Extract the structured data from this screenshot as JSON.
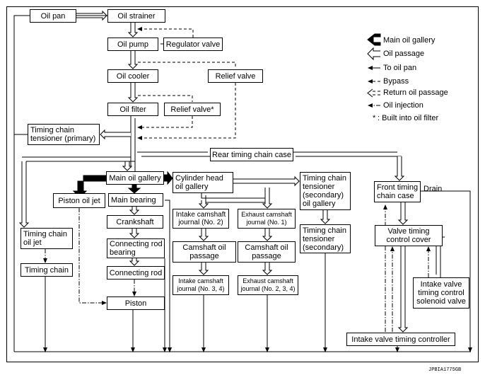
{
  "boxes": {
    "oil_pan": "Oil pan",
    "oil_strainer": "Oil strainer",
    "oil_pump": "Oil pump",
    "regulator_valve": "Regulator valve",
    "oil_cooler": "Oil cooler",
    "relief_valve": "Relief valve",
    "oil_filter": "Oil filter",
    "relief_valve_builtin": "Relief valve*",
    "tct_primary": "Timing chain\ntensioner (primary)",
    "rear_tc_case": "Rear timing chain case",
    "main_gallery": "Main oil gallery",
    "cyl_head_gallery": "Cylinder head\noil gallery",
    "tct_secondary_gallery": "Timing chain\ntensioner\n(secondary)\noil gallery",
    "front_tc_case": "Front timing\nchain case",
    "piston_oil_jet": "Piston oil jet",
    "main_bearing": "Main bearing",
    "intake_cam_j2": "Intake camshaft\njournal (No. 2)",
    "exhaust_cam_j1": "Exhaust camshaft\njournal (No. 1)",
    "tct_secondary": "Timing chain\ntensioner\n(secondary)",
    "tc_oil_jet": "Timing chain\noil jet",
    "crankshaft": "Crankshaft",
    "vtc_cover": "Valve timing\ncontrol cover",
    "conrod_bearing": "Connecting rod\nbearing",
    "cam_passage_1": "Camshaft oil\npassage",
    "cam_passage_2": "Camshaft oil\npassage",
    "timing_chain": "Timing chain",
    "conrod": "Connecting rod",
    "intake_cam_j34": "Intake camshaft\njournal (No. 3, 4)",
    "exhaust_cam_j234": "Exhaust camshaft\njournal (No. 2, 3, 4)",
    "ivtc_solenoid": "Intake valve\ntiming control\nsolenoid valve",
    "piston": "Piston",
    "ivt_controller": "Intake valve timing controller"
  },
  "labels": {
    "drain": "Drain"
  },
  "legend": {
    "main_gallery": "Main oil gallery",
    "oil_passage": "Oil passage",
    "to_oil_pan": "To oil pan",
    "bypass": "Bypass",
    "return": "Return oil passage",
    "injection": "Oil injection",
    "note_symbol": "*",
    "note": ": Built into oil filter"
  },
  "code": "JPBIA1775GB"
}
